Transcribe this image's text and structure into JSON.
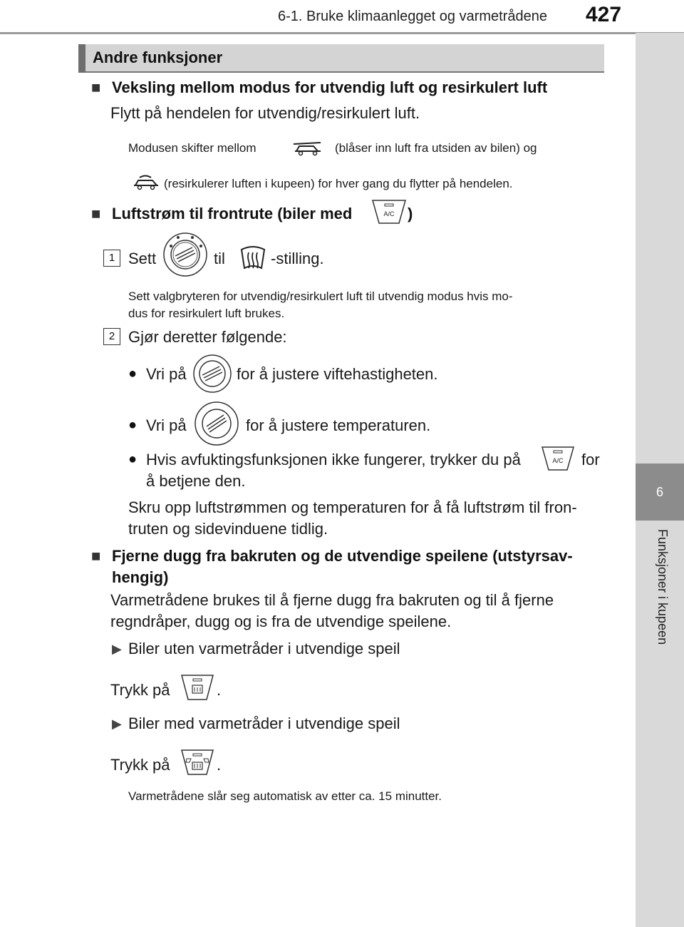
{
  "header": {
    "chapter_title": "6-1. Bruke klimaanlegget og varmetrådene",
    "page_number": "427"
  },
  "side_tab": {
    "number": "6",
    "label": "Funksjoner i kupeen"
  },
  "section": {
    "title": "Andre funksjoner"
  },
  "content": {
    "h1": "Veksling mellom modus for utvendig luft og resirkulert luft",
    "p1": "Flytt på hendelen for utvendig/resirkulert luft.",
    "n1a": "Modusen skifter mellom",
    "n1b": "(blåser inn luft fra utsiden av bilen) og",
    "n1c": "(resirkulerer luften i kupeen) for hver gang du flytter på hendelen.",
    "h2": "Luftstrøm til frontrute (biler med",
    "h2_end": ")",
    "step1_num": "1",
    "step1_a": "Sett",
    "step1_b": "til",
    "step1_c": "-stilling.",
    "n2_line1": "Sett valgbryteren for utvendig/resirkulert luft til utvendig modus hvis mo-",
    "n2_line2": "dus for resirkulert luft brukes.",
    "step2_num": "2",
    "step2_text": "Gjør deretter følgende:",
    "b1a": "Vri på",
    "b1b": "for å justere viftehastigheten.",
    "b2a": "Vri på",
    "b2b": "for å justere temperaturen.",
    "b3a": "Hvis avfuktingsfunksjonen ikke fungerer, trykker du på",
    "b3b": "for",
    "b3c": "å betjene den.",
    "p2_line1": "Skru opp luftstrømmen og temperaturen for å få luftstrøm til fron-",
    "p2_line2": "truten og sidevinduene tidlig.",
    "h3_line1": "Fjerne dugg fra bakruten og de utvendige speilene (utstyrsav-",
    "h3_line2": "hengig)",
    "p3_line1": "Varmetrådene brukes til å fjerne dugg fra bakruten og til å fjerne",
    "p3_line2": "regndråper, dugg og is fra de utvendige speilene.",
    "opt1": "Biler uten varmetråder i utvendige speil",
    "press1": "Trykk på",
    "press1_end": ".",
    "opt2": "Biler med varmetråder i utvendige speil",
    "press2": "Trykk på",
    "press2_end": ".",
    "note3": "Varmetrådene slår seg automatisk av etter ca. 15 minutter."
  },
  "bullets": {
    "square": "■",
    "dot": "●",
    "arrow": "▶"
  },
  "colors": {
    "side_tab_light": "#d9d9d9",
    "side_tab_dark": "#8c8c8c",
    "section_bar": "#d4d4d4"
  }
}
